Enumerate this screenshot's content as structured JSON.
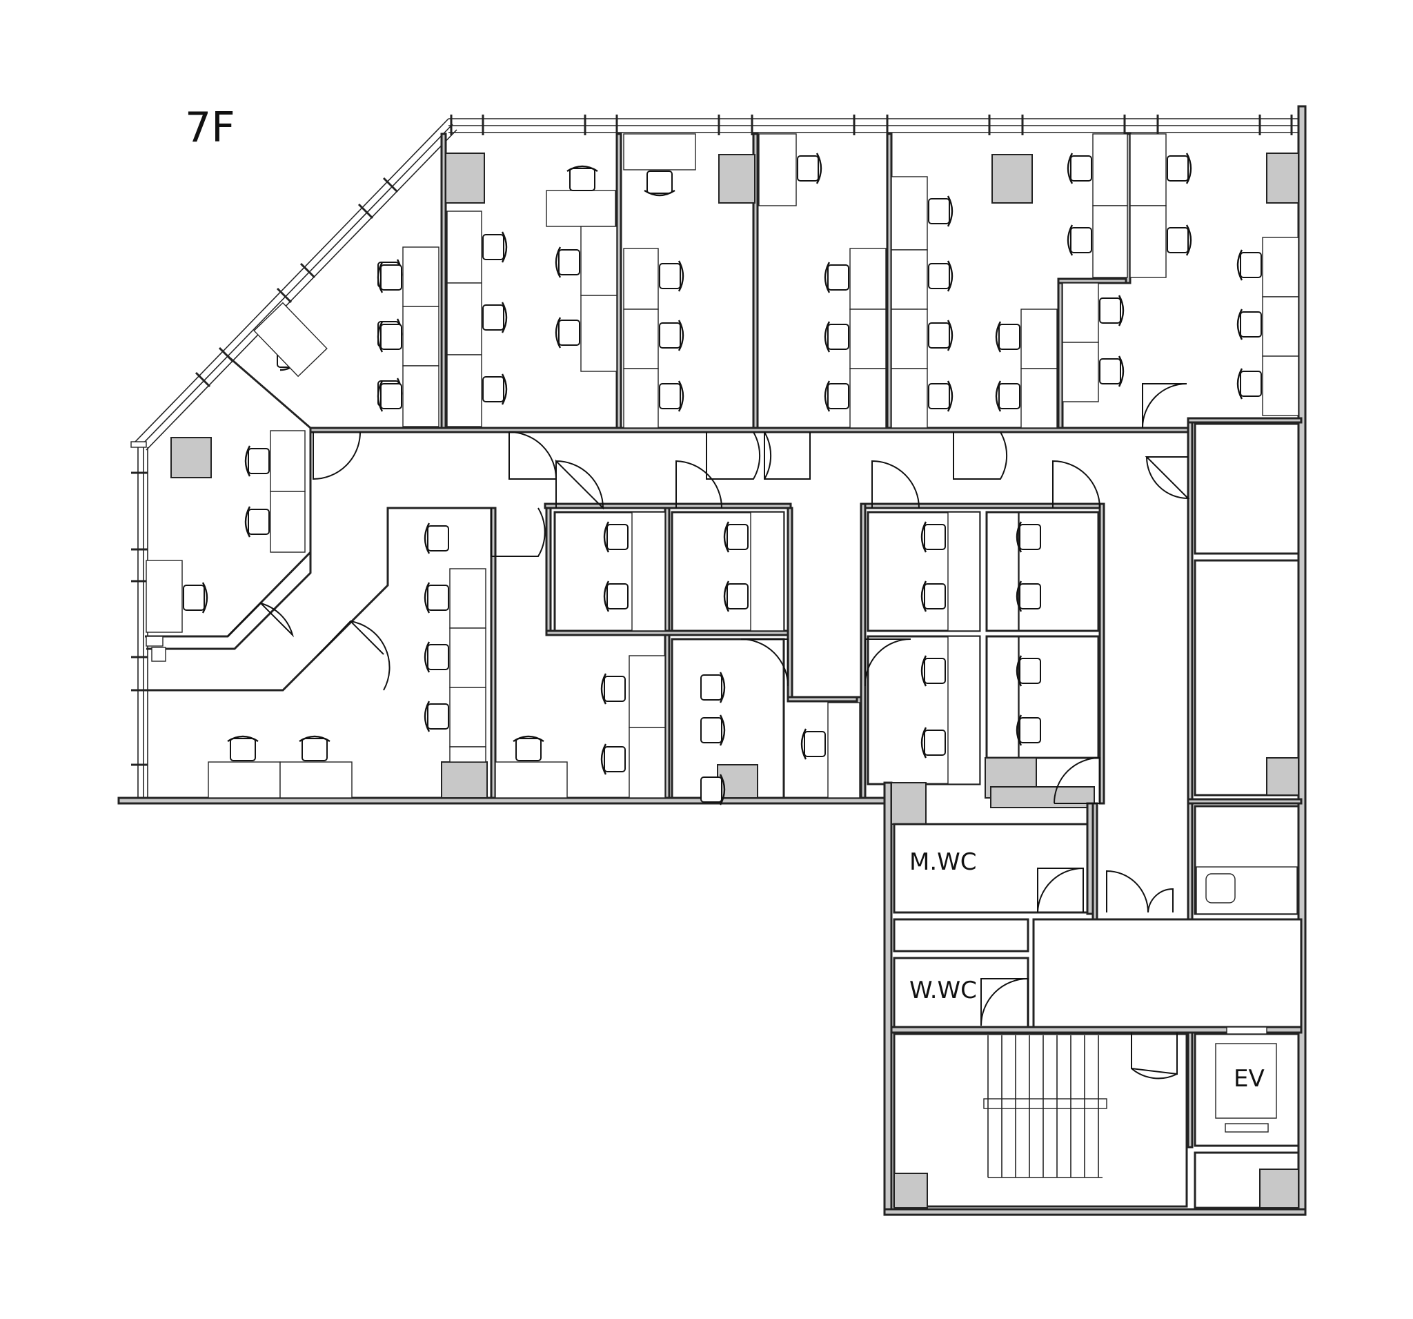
{
  "floor_label": "7F",
  "rooms": {
    "mens_wc": "M.WC",
    "womens_wc": "W.WC",
    "elevator": "EV"
  },
  "colors": {
    "wall_fill": "#c8c8c8",
    "line": "#222222",
    "background": "#ffffff"
  }
}
